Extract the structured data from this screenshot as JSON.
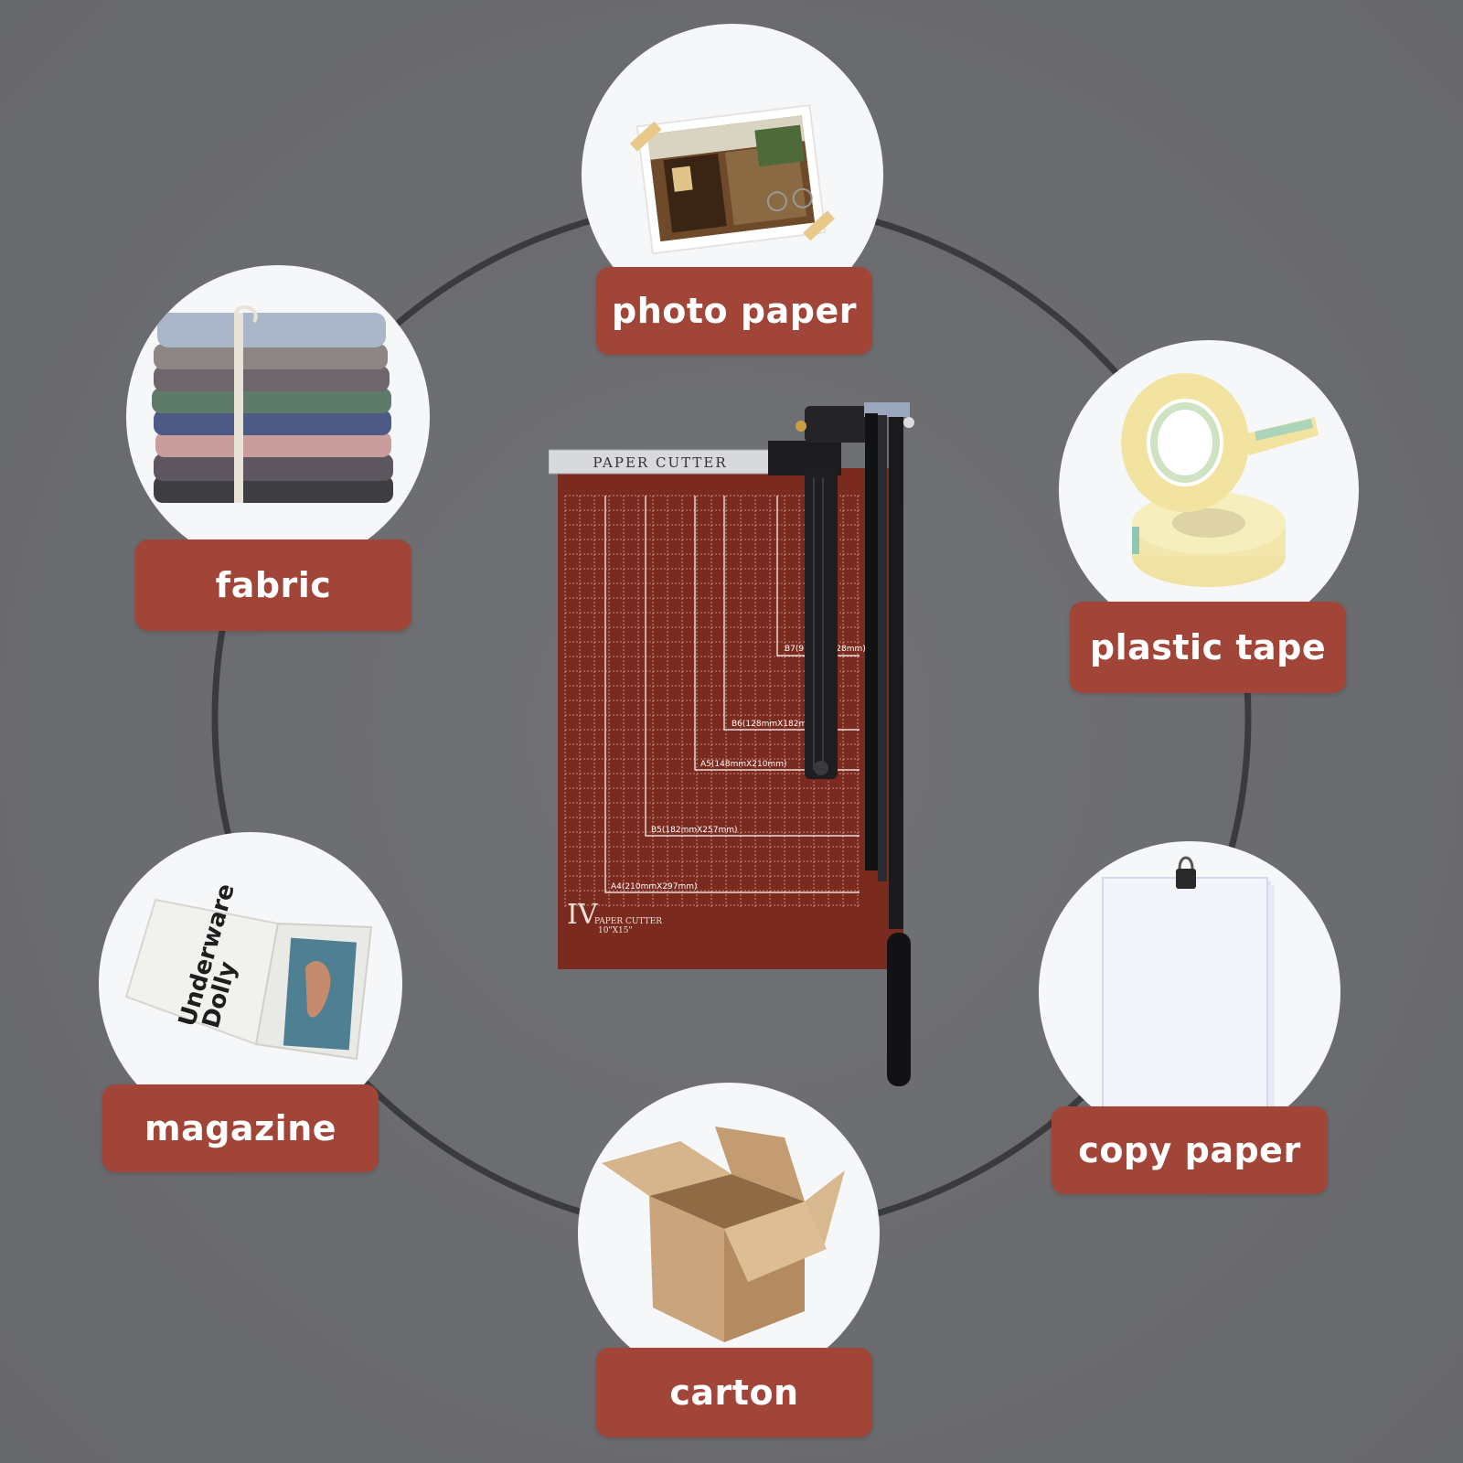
{
  "materials": [
    {
      "id": "photo-paper",
      "label": "photo paper",
      "icon": "photo-icon"
    },
    {
      "id": "fabric",
      "label": "fabric",
      "icon": "fabric-stack-icon"
    },
    {
      "id": "plastic-tape",
      "label": "plastic tape",
      "icon": "tape-roll-icon"
    },
    {
      "id": "magazine",
      "label": "magazine",
      "icon": "magazine-icon"
    },
    {
      "id": "copy-paper",
      "label": "copy paper",
      "icon": "paper-sheet-icon"
    },
    {
      "id": "carton",
      "label": "carton",
      "icon": "cardboard-box-icon"
    }
  ],
  "product": {
    "name_plate": "PAPER CUTTER",
    "model_mark": "IV",
    "sub_mark": "PAPER CUTTER",
    "size_mark": "10\"X15\"",
    "size_labels": [
      "B7(91mmX128mm)",
      "B6(128mmX182mm)",
      "A5(148mmX210mm)",
      "B5(182mmX257mm)",
      "A4(210mmX297mm)"
    ]
  },
  "magazine_cover_text": [
    "Underware",
    "Dolly"
  ],
  "colors": {
    "background": "#6a6b6f",
    "label_fill": "#a04538",
    "label_text": "#ffffff",
    "circle_fill": "#f6f7f9",
    "ring_line": "#3a3b3e",
    "board": "#7a2a1f"
  }
}
